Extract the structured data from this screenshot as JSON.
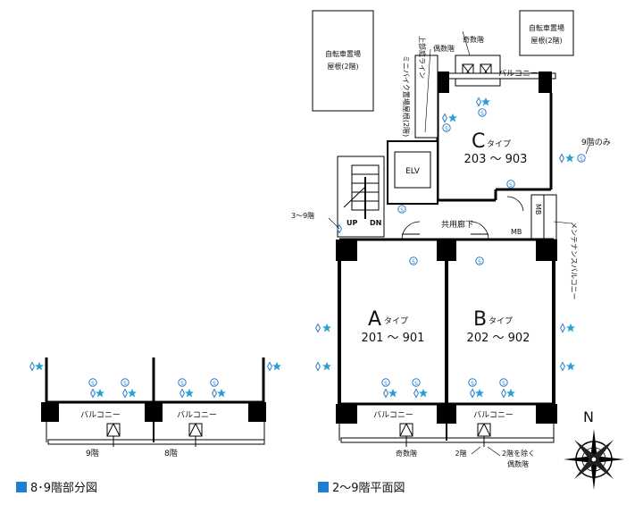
{
  "legend_partial": "8･9階部分図",
  "legend_plan": "2～9階平面図",
  "units": {
    "a": {
      "letter": "A",
      "suffix": "タイプ",
      "rooms": "201 ～ 901"
    },
    "b": {
      "letter": "B",
      "suffix": "タイプ",
      "rooms": "202 ～ 902"
    },
    "c": {
      "letter": "C",
      "suffix": "タイプ",
      "rooms": "203 ～ 903"
    }
  },
  "labels": {
    "bike_roof_left": [
      "自転車置場",
      "屋根(2階)"
    ],
    "bike_roof_right": [
      "自転車置場",
      "屋根(2階)"
    ],
    "odd_even_top": [
      "奇数階",
      "偶数階"
    ],
    "garden_line": "上部庭ライン",
    "minibike_roof": "ミニバイク置場屋根(2階)",
    "elv": "ELV",
    "up": "UP",
    "dn": "DN",
    "floors_3_9": "3～9階",
    "corridor": "共用廊下",
    "ninth_only": "9階のみ",
    "maintenance_balcony": "メンテナンスバルコニー",
    "mb": "MB",
    "balcony": "バルコニー",
    "odd_floor": "奇数階",
    "floor_2": "2階",
    "except_2_even": "2階を除く偶数階",
    "floor_9": "9階",
    "floor_8": "8階",
    "north": "N"
  },
  "colors": {
    "accent": "#2a7fc9",
    "star": "#2a9fd6",
    "legend": "#1e7fd0",
    "wall": "#000000"
  }
}
